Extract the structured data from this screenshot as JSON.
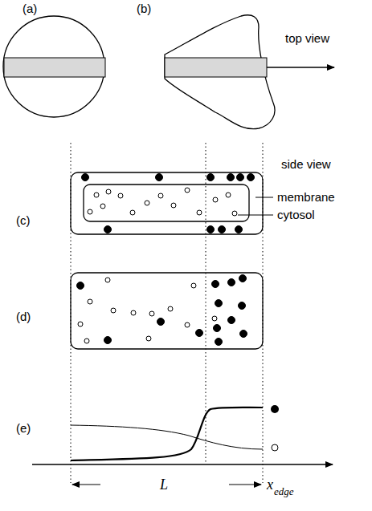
{
  "diagram": {
    "labels": [
      "(a)",
      "(b)",
      "top view",
      "side view",
      "membrane",
      "cytosol",
      "(c)",
      "(d)",
      "(e)",
      "L",
      "x",
      "edge"
    ]
  }
}
